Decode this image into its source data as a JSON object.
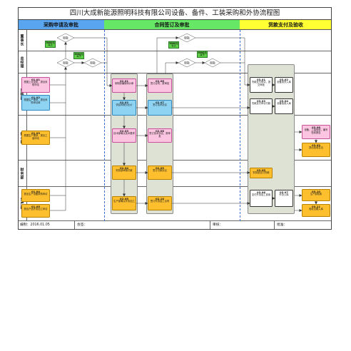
{
  "title": "四川大成新能源照明科技有限公司设备、备件、工装采购和外协流程图",
  "colors": {
    "phase_purchase": "#5aa5f0",
    "phase_contract": "#66e866",
    "phase_payment": "#ffff33",
    "column": "#dde2d4",
    "note": "#5ccf45"
  },
  "phases": [
    {
      "label": "采购申请及审批"
    },
    {
      "label": "合同签订及审批"
    },
    {
      "label": "货款支付及验收"
    }
  ],
  "lanes": [
    "董事长",
    "总经理",
    "采购部",
    "技术部",
    "财务部",
    "生产部"
  ],
  "decisions": [
    "审批",
    "审批",
    "审批",
    "审批",
    "审批",
    "审批"
  ],
  "notes": [
    {
      "line1": "5000元",
      "line2": "以上"
    },
    {
      "line1": "5000元",
      "line2": "以下"
    },
    {
      "line1": "5000元",
      "line2": "以上"
    },
    {
      "line1": "5000元",
      "line2": "以下"
    }
  ],
  "steps": [
    {
      "code": "01.01",
      "text": "根据上月品质，提出采购申请",
      "fill": "#fbc4e0",
      "border": "#c9509a"
    },
    {
      "code": "01.02",
      "text": "根据生产需求，提出采购申请单",
      "fill": "#8fd3f2",
      "border": "#2e86c1"
    },
    {
      "code": "01.03",
      "text": "根据生产需求，提出工装申请",
      "fill": "#fdbf2d",
      "border": "#b88100"
    },
    {
      "code": "01.04",
      "text": "提出生产设备采购申请",
      "fill": "#fdbf2d",
      "border": "#b88100"
    },
    {
      "code": "01.05",
      "text": "提出产品外协加工申请",
      "fill": "#fdbf2d",
      "border": "#b88100"
    },
    {
      "code": "02.01",
      "text": "采购部编制询价单",
      "fill": "#fbc4e0",
      "border": "#c9509a"
    },
    {
      "code": "02.02",
      "text": "供应商报价比价",
      "fill": "#8fd3f2",
      "border": "#2e86c1"
    },
    {
      "code": "02.03",
      "text": "技术部确认技术要求",
      "fill": "#fbc4e0",
      "border": "#c9509a"
    },
    {
      "code": "02.04",
      "text": "财务部审核付款",
      "fill": "#fdbf2d",
      "border": "#b88100"
    },
    {
      "code": "02.05",
      "text": "生产部确认外协加工",
      "fill": "#fdbf2d",
      "border": "#b88100"
    },
    {
      "code": "02.06",
      "text": "签订合同，报审批",
      "fill": "#fbc4e0",
      "border": "#c9509a"
    },
    {
      "code": "02.07",
      "text": "签订技术协议",
      "fill": "#8fd3f2",
      "border": "#2e86c1"
    },
    {
      "code": "02.08",
      "text": "签订技术协议，报审批",
      "fill": "#fbc4e0",
      "border": "#c9509a"
    },
    {
      "code": "02.09",
      "text": "签订付款协议",
      "fill": "#fdbf2d",
      "border": "#b88100"
    },
    {
      "code": "02.10",
      "text": "签订外协加工合同",
      "fill": "#fdbf2d",
      "border": "#b88100"
    },
    {
      "code": "03.01",
      "text": "货款支付申请，提交审批",
      "fill": "#ffffff",
      "border": "#333333"
    },
    {
      "code": "03.02",
      "text": "设备到货入库",
      "fill": "#ffffff",
      "border": "#333333"
    },
    {
      "code": "03.03",
      "text": "货款支付申请付款",
      "fill": "#ffffff",
      "border": "#333333"
    },
    {
      "code": "03.04",
      "text": "设备验收入库",
      "fill": "#ffffff",
      "border": "#333333"
    },
    {
      "code": "03.05",
      "text": "财务部支付货款",
      "fill": "#fdbf2d",
      "border": "#b88100"
    },
    {
      "code": "03.06",
      "text": "支付外协加工费用",
      "fill": "#ffffff",
      "border": "#333333"
    },
    {
      "code": "03.07",
      "text": "外协入库",
      "fill": "#ffffff",
      "border": "#333333"
    },
    {
      "code": "03.08",
      "text": "设备、工装验收，编写验收报告",
      "fill": "#fbc4e0",
      "border": "#c9509a"
    },
    {
      "code": "03.09",
      "text": "提出验收意见",
      "fill": "#fdbf2d",
      "border": "#b88100"
    },
    {
      "code": "03.10",
      "text": "生产部验收",
      "fill": "#fdbf2d",
      "border": "#b88100"
    },
    {
      "code": "03.11",
      "text": "验收合格入库",
      "fill": "#fdbf2d",
      "border": "#b88100"
    }
  ],
  "footer": {
    "prepared": "编制：2016.01.05",
    "countersign": "会签：",
    "review": "审核：",
    "approve": "批准："
  }
}
